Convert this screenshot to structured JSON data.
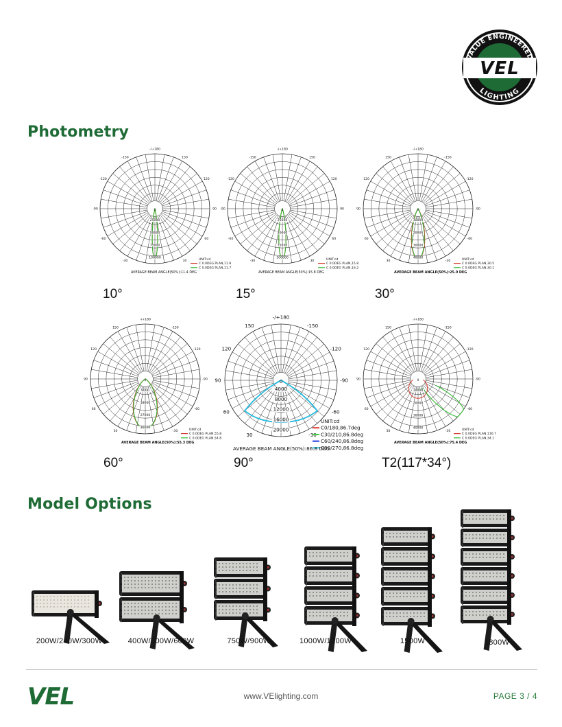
{
  "brand": {
    "seal_top": "VALUE ENGINEERED",
    "seal_mid": "VEL",
    "seal_bottom": "LIGHTING",
    "footer_logo": "VEL",
    "colors": {
      "green": "#1e6b35",
      "dark": "#111111"
    }
  },
  "photometry": {
    "title": "Photometry",
    "diagrams": [
      {
        "id": "d10",
        "label": "10°",
        "angle_labels": [
          "-/+180",
          "150",
          "120",
          "90",
          "60",
          "30",
          "-30",
          "-60",
          "-90",
          "-120",
          "-150"
        ],
        "rings": [
          "25000",
          "50000",
          "75000",
          "100000"
        ],
        "ring_max": 110000,
        "unit": "UNIT:cd",
        "legends": [
          {
            "text": "C 0.0DEG PLAN,11.9",
            "color": "#d43b2b"
          },
          {
            "text": "C 0.0DEG PLAN,11.7",
            "color": "#35b835"
          }
        ],
        "footer": "AVERAGE BEAM ANGLE(50%):11.4 DEG",
        "curves": [
          {
            "color": "#d43b2b",
            "half_beam": 6,
            "peak": 100000
          },
          {
            "color": "#35b835",
            "half_beam": 6,
            "peak": 100000
          }
        ]
      },
      {
        "id": "d15",
        "label": "15°",
        "angle_labels": [
          "-/+180",
          "150",
          "120",
          "90",
          "60",
          "30",
          "-30",
          "-60",
          "-90",
          "-120",
          "-150"
        ],
        "rings": [
          "25000",
          "50000",
          "75000",
          "100000"
        ],
        "ring_max": 110000,
        "unit": "UNIT:cd",
        "legends": [
          {
            "text": "C 0.0DEG PLAN,15.8",
            "color": "#d43b2b"
          },
          {
            "text": "C 0.0DEG PLAN,16.2",
            "color": "#35b835"
          }
        ],
        "footer": "AVERAGE BEAM ANGLE(50%):15.8 DEG",
        "curves": [
          {
            "color": "#d43b2b",
            "half_beam": 8,
            "peak": 100000
          },
          {
            "color": "#35b835",
            "half_beam": 8,
            "peak": 100000
          }
        ]
      },
      {
        "id": "d30",
        "label": "30°",
        "angle_labels": [
          "-/+180",
          "-150",
          "-120",
          "-90",
          "-60",
          "-30",
          "30",
          "60",
          "90",
          "120",
          "150"
        ],
        "rings": [
          "10000",
          "20000",
          "30000",
          "40000"
        ],
        "ring_max": 44000,
        "unit": "UNIT:cd",
        "legends": [
          {
            "text": "C 0.0DEG PLAN,30.5",
            "color": "#d43b2b"
          },
          {
            "text": "C 0.0DEG PLAN,30.1",
            "color": "#35b835"
          }
        ],
        "footer": "AVERAGE BEAM ANGLE(50%):25.0 DEG",
        "curves": [
          {
            "color": "#d43b2b",
            "half_beam": 15,
            "peak": 40000
          },
          {
            "color": "#35b835",
            "half_beam": 14,
            "peak": 40000
          }
        ]
      },
      {
        "id": "d60",
        "label": "60°",
        "angle_labels": [
          "-/+180",
          "-150",
          "-120",
          "-90",
          "-60",
          "-30",
          "30",
          "60",
          "90",
          "120",
          "150"
        ],
        "rings": [
          "9000",
          "18000",
          "27000",
          "36000"
        ],
        "ring_max": 40000,
        "unit": "UNIT:cd",
        "legends": [
          {
            "text": "C 0.0DEG PLAN,55.8",
            "color": "#d43b2b"
          },
          {
            "text": "C 0.0DEG PLAN,54.8",
            "color": "#35b835"
          }
        ],
        "footer": "AVERAGE BEAM ANGLE(50%):55.3 DEG",
        "curves": [
          {
            "color": "#d43b2b",
            "half_beam": 28,
            "peak": 36000
          },
          {
            "color": "#35b835",
            "half_beam": 27,
            "peak": 36000
          }
        ]
      },
      {
        "id": "d90",
        "label": "90°",
        "angle_labels": [
          "-/+180",
          "-150",
          "-120",
          "-90",
          "-60",
          "-30",
          "30",
          "60",
          "90",
          "120",
          "150"
        ],
        "rings": [
          "4000",
          "8000",
          "12000",
          "16000",
          "20000"
        ],
        "ring_max": 22000,
        "unit": "UNIT:cd",
        "legends": [
          {
            "text": "C0/180,86.7deg",
            "color": "#e03a2e"
          },
          {
            "text": "C30/210,86.8deg",
            "color": "#3ccf3c"
          },
          {
            "text": "C60/240,86.8deg",
            "color": "#2233dd"
          },
          {
            "text": "C90/270,86.8deg",
            "color": "#27c9e8"
          }
        ],
        "footer": "AVERAGE BEAM ANGLE(50%):86.8 DEG",
        "curves": [
          {
            "color": "#e03a2e",
            "half_beam": 44,
            "peak": 20000
          },
          {
            "color": "#3ccf3c",
            "half_beam": 44,
            "peak": 20000
          },
          {
            "color": "#2233dd",
            "half_beam": 44,
            "peak": 20000
          },
          {
            "color": "#27c9e8",
            "half_beam": 44,
            "peak": 20000
          }
        ]
      },
      {
        "id": "dt2",
        "label": "T2(117*34°)",
        "angle_labels": [
          "-/+180",
          "-150",
          "-120",
          "-90",
          "-60",
          "-30",
          "30",
          "60",
          "90",
          "120",
          "150"
        ],
        "rings": [
          "10000",
          "20000",
          "30000",
          "40000"
        ],
        "ring_max": 44000,
        "unit": "UNIT:cd",
        "legends": [
          {
            "text": "C 0.0DEG PLAN,116.7",
            "color": "#d43b2b"
          },
          {
            "text": "C 0.0DEG PLAN,34.1",
            "color": "#35b835"
          }
        ],
        "footer": "AVERAGE BEAM ANGLE(50%):75.4 DEG",
        "curves": []
      }
    ]
  },
  "models": {
    "title": "Model Options",
    "items": [
      {
        "label": "200W/240W/300W",
        "modules": 1
      },
      {
        "label": "400W/500W/600W",
        "modules": 2
      },
      {
        "label": "750W/900W",
        "modules": 3
      },
      {
        "label": "1000W/1200W",
        "modules": 4
      },
      {
        "label": "1500W",
        "modules": 5
      },
      {
        "label": "1800W",
        "modules": 6
      }
    ]
  },
  "footer": {
    "url": "www.VElighting.com",
    "page": "PAGE 3 / 4"
  }
}
